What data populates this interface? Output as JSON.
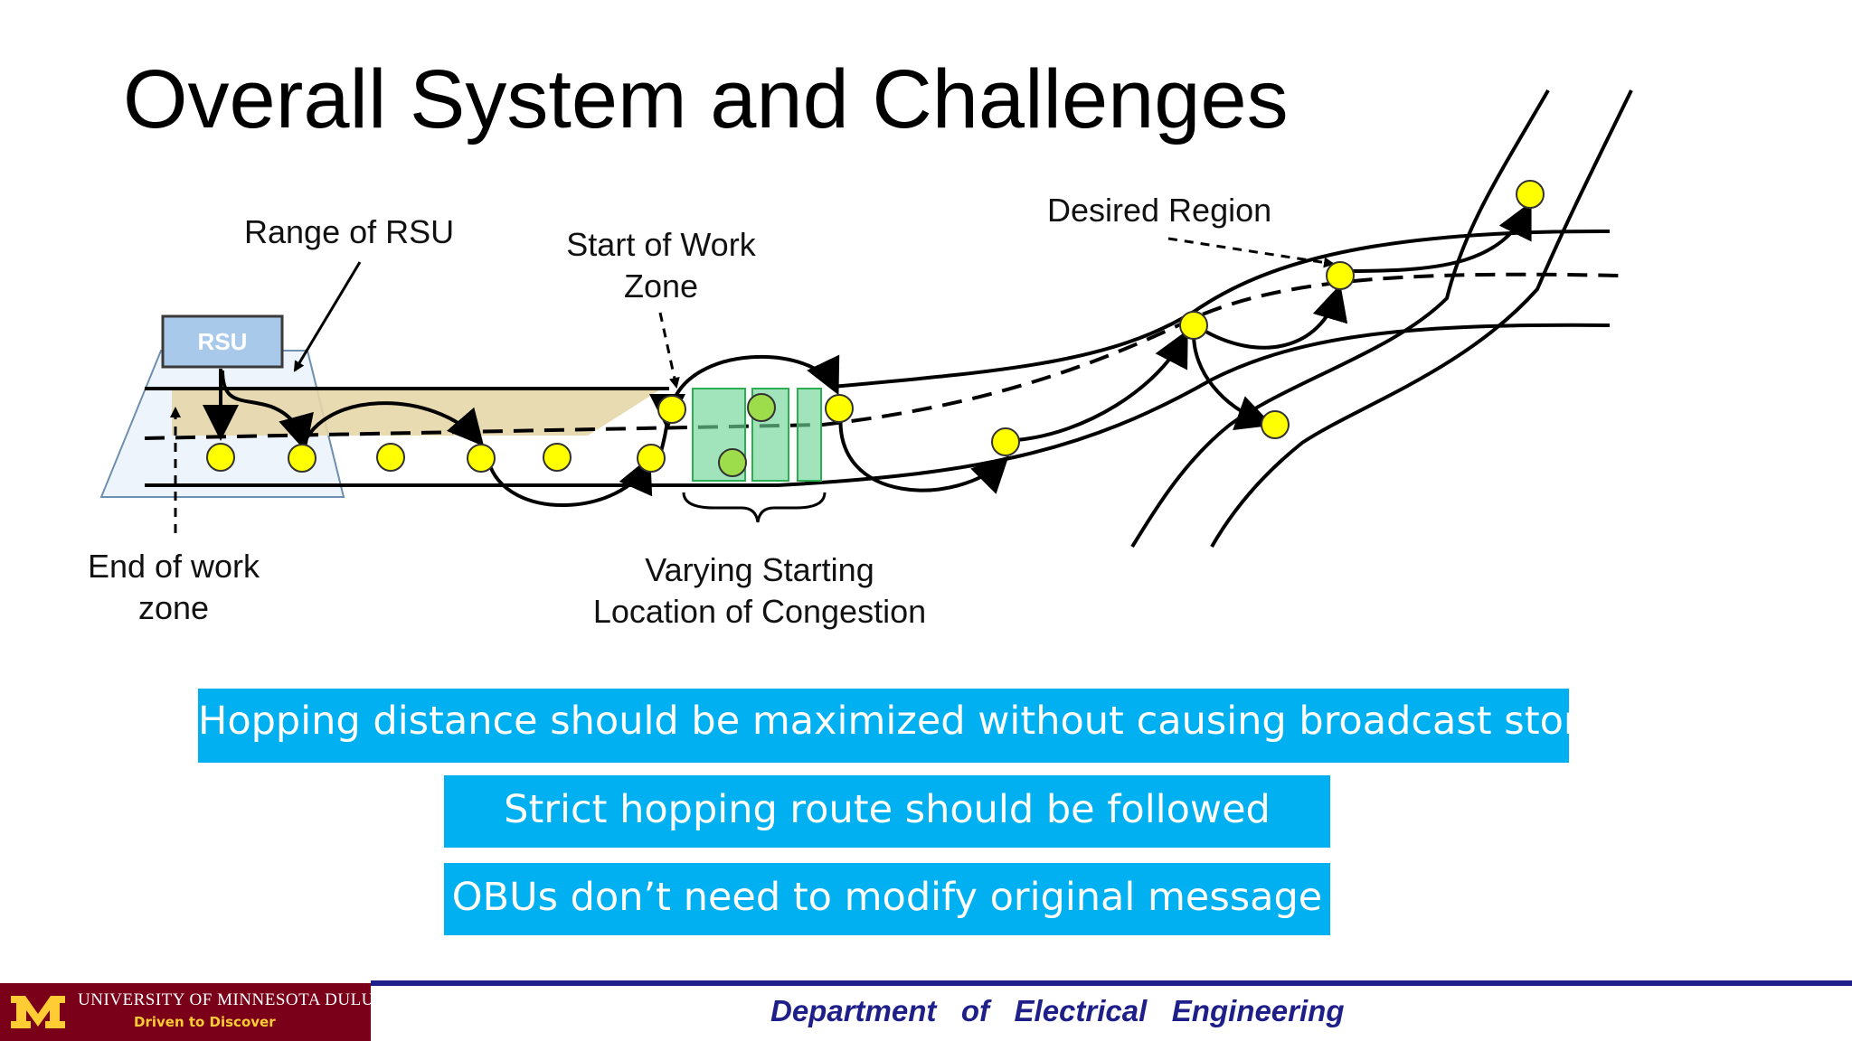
{
  "slide": {
    "title": "Overall System and Challenges"
  },
  "diagram": {
    "rsu_label": "RSU",
    "range_of_rsu": "Range of RSU",
    "start_of_work_zone_line1": "Start of Work",
    "start_of_work_zone_line2": "Zone",
    "desired_region": "Desired Region",
    "end_of_work_zone_line1": "End of work",
    "end_of_work_zone_line2": "zone",
    "varying_start_line1": "Varying Starting",
    "varying_start_line2": "Location of Congestion"
  },
  "challenges": [
    "Hopping distance should be maximized without causing broadcast storm",
    "Strict hopping route should be followed",
    "OBUs don’t need to modify original message"
  ],
  "footer": {
    "university": "UNIVERSITY OF MINNESOTA DULUTH",
    "tagline": "Driven to Discover",
    "department": "Department   of   Electrical   Engineering"
  },
  "colors": {
    "challenge_box": "#00b0f0",
    "vehicle": "#ffff00",
    "congestion": "#6fd596",
    "rsu_range": "#e9dcb6",
    "footer_line": "#1f1f8a",
    "logo_bg": "#7a0019",
    "logo_gold": "#ffcc33"
  }
}
